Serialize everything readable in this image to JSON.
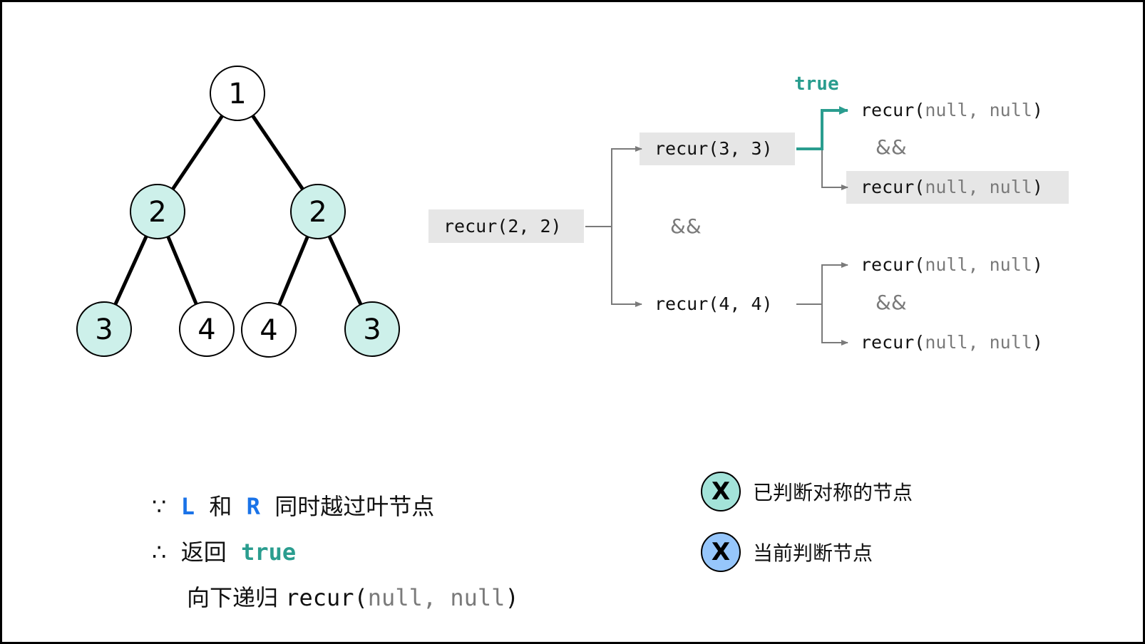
{
  "colors": {
    "judged_fill": "#cdf0ea",
    "current_fill": "#96c6fb",
    "legend_judged_fill": "#a3e3d9",
    "true_green": "#2a9d8f",
    "highlight_bg": "#e6e6e6",
    "arrow_gray": "#7a7a7a"
  },
  "tree": {
    "nodes": [
      {
        "id": "n1",
        "value": "1",
        "state": "normal"
      },
      {
        "id": "n2l",
        "value": "2",
        "state": "judged"
      },
      {
        "id": "n2r",
        "value": "2",
        "state": "judged"
      },
      {
        "id": "n3l",
        "value": "3",
        "state": "judged"
      },
      {
        "id": "n4l",
        "value": "4",
        "state": "normal"
      },
      {
        "id": "n4r",
        "value": "4",
        "state": "normal"
      },
      {
        "id": "n3r",
        "value": "3",
        "state": "judged"
      }
    ],
    "edges": [
      [
        "n1",
        "n2l"
      ],
      [
        "n1",
        "n2r"
      ],
      [
        "n2l",
        "n3l"
      ],
      [
        "n2l",
        "n4l"
      ],
      [
        "n2r",
        "n4r"
      ],
      [
        "n2r",
        "n3r"
      ]
    ]
  },
  "recursion": {
    "root": {
      "fn": "recur(",
      "args": "2, 2",
      "close": ")"
    },
    "left": {
      "fn": "recur(",
      "args": "3, 3",
      "close": ")"
    },
    "right": {
      "fn": "recur(",
      "args": "4, 4",
      "close": ")"
    },
    "leaf_fn": "recur(",
    "leaf_args": "null, null",
    "leaf_close": ")",
    "and_op": "&&",
    "true_label": "true"
  },
  "explanation": {
    "because_symbol": "∵",
    "L": "L",
    "and_word": "和",
    "R": "R",
    "cross_leaf": "同时越过叶节点",
    "therefore_symbol": "∴",
    "return_word": "返回",
    "true_word": "true",
    "recurse_down": "向下递归",
    "recur_fn": "recur(",
    "recur_args": "null, null",
    "recur_close": ")"
  },
  "legend": [
    {
      "symbol": "X",
      "label": "已判断对称的节点"
    },
    {
      "symbol": "X",
      "label": "当前判断节点"
    }
  ]
}
